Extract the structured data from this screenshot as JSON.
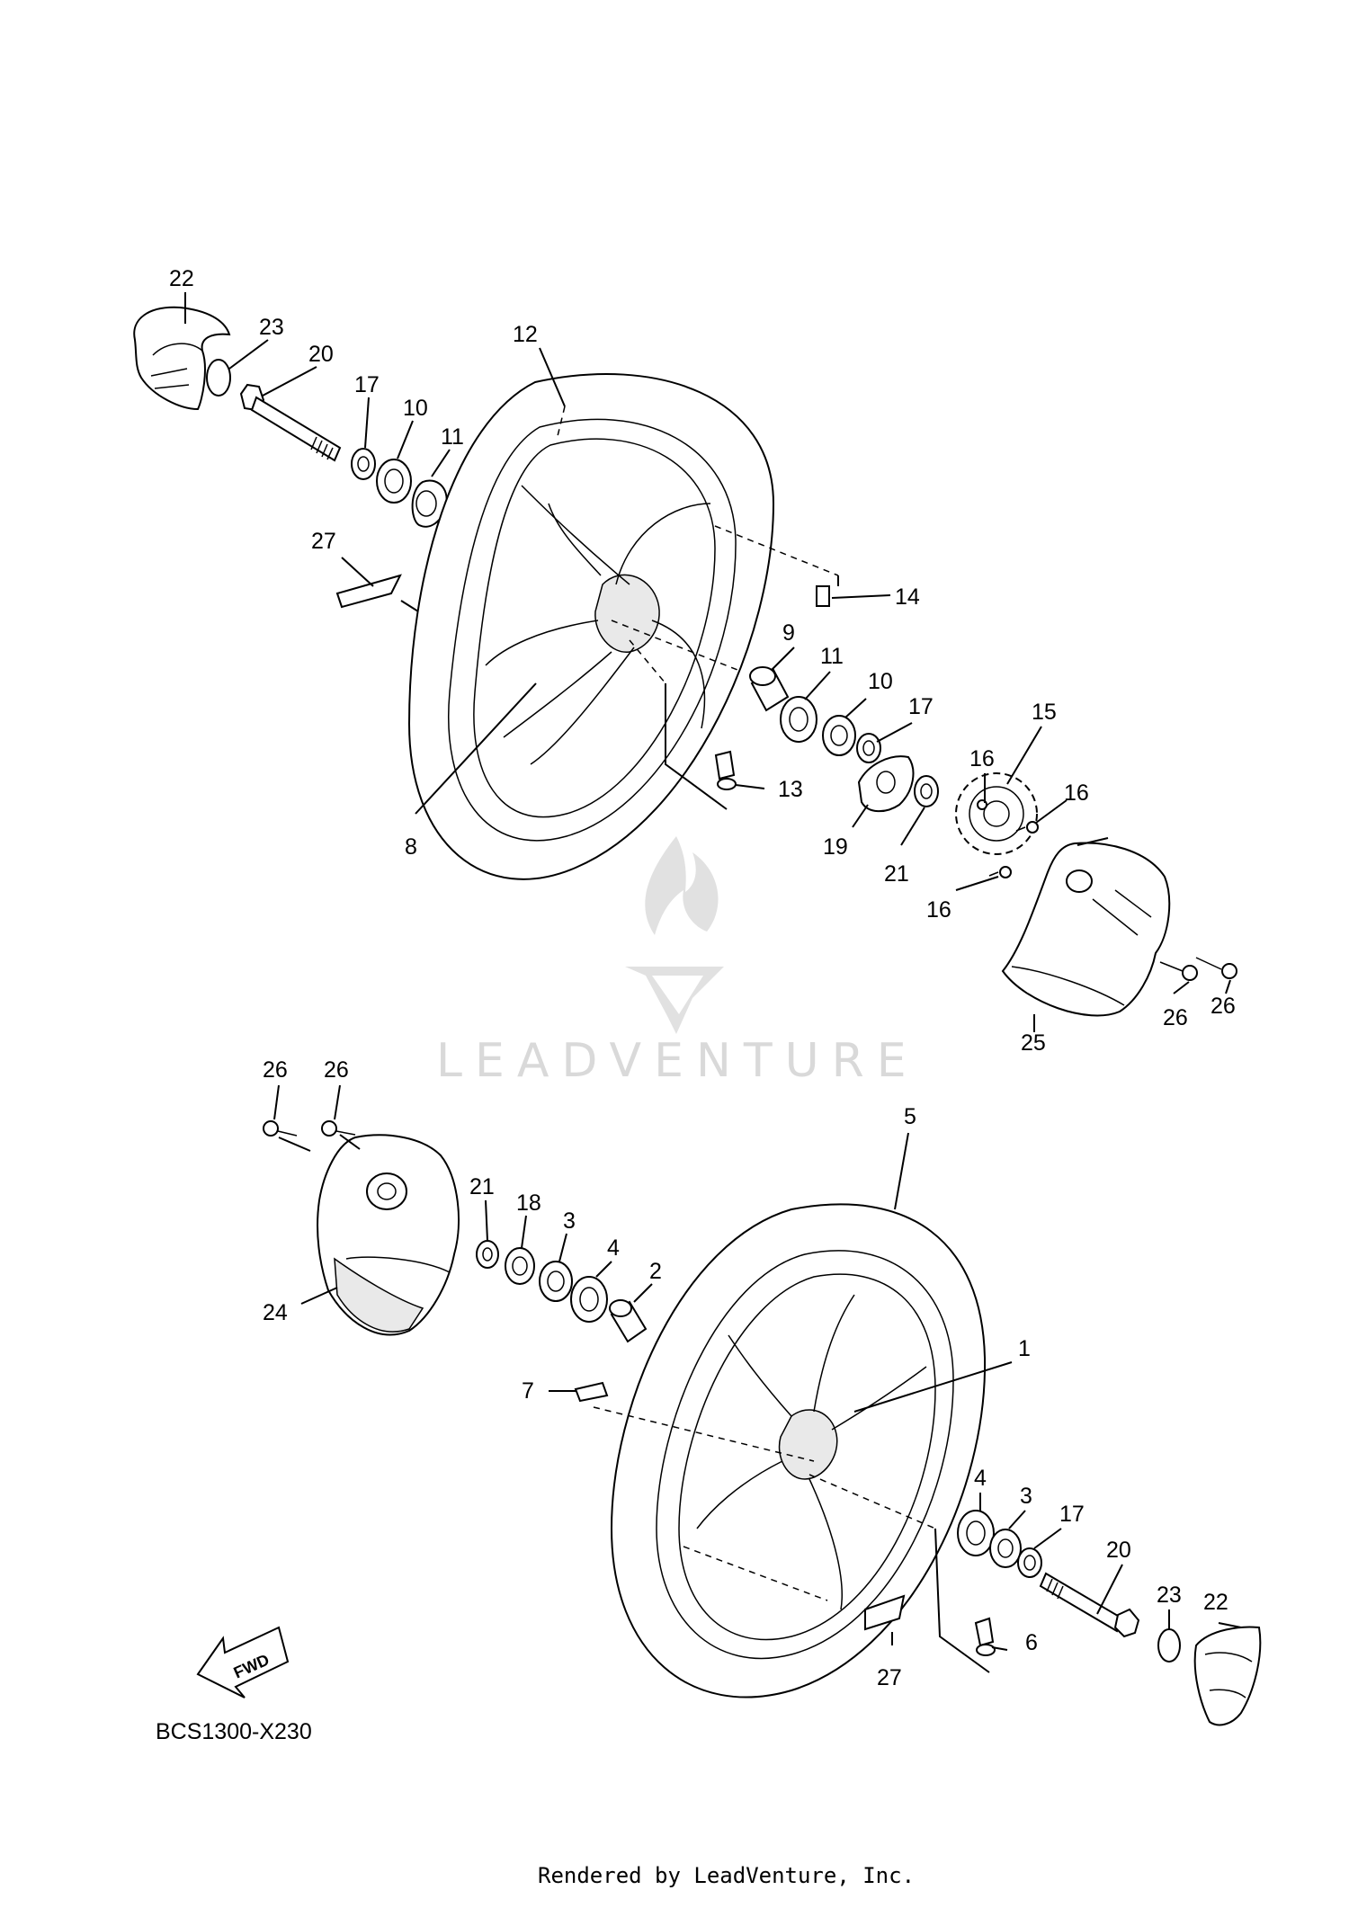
{
  "diagram": {
    "code": "BCS1300-X230",
    "footer": "Rendered by LeadVenture, Inc.",
    "watermark": "LEADVENTURE",
    "direction_badge": "FWD",
    "icons": [
      "flame-logo",
      "v-logo",
      "fwd-arrow-icon"
    ]
  },
  "callouts": {
    "top_22": "22",
    "top_23": "23",
    "top_20": "20",
    "top_17": "17",
    "top_10": "10",
    "top_11": "11",
    "top_12": "12",
    "top_27": "27",
    "top_14": "14",
    "top_9": "9",
    "top_11b": "11",
    "top_10b": "10",
    "top_17b": "17",
    "top_15": "15",
    "top_16a": "16",
    "top_16b": "16",
    "top_13": "13",
    "top_19": "19",
    "top_21": "21",
    "top_8": "8",
    "top_16c": "16",
    "top_26a": "26",
    "top_26b": "26",
    "top_25": "25",
    "bot_26a": "26",
    "bot_26b": "26",
    "bot_5": "5",
    "bot_21": "21",
    "bot_18": "18",
    "bot_3": "3",
    "bot_4": "4",
    "bot_2": "2",
    "bot_24": "24",
    "bot_1": "1",
    "bot_7": "7",
    "bot_4b": "4",
    "bot_3b": "3",
    "bot_17": "17",
    "bot_20": "20",
    "bot_23": "23",
    "bot_22": "22",
    "bot_6": "6",
    "bot_27": "27"
  }
}
